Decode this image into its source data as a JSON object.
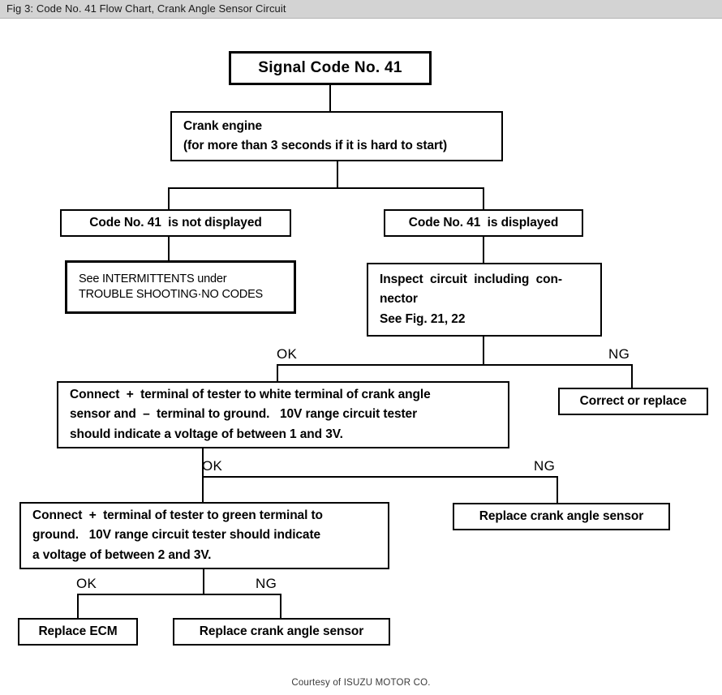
{
  "caption": "Fig 3: Code No. 41 Flow Chart, Crank Angle Sensor Circuit",
  "footer": "Courtesy of ISUZU MOTOR CO.",
  "colors": {
    "caption_bar": "#d3d3d3",
    "line": "#000000",
    "page": "#ffffff",
    "text": "#000000"
  },
  "chart_data": {
    "type": "flowchart",
    "title": "Code No. 41 Flow Chart, Crank Angle Sensor Circuit",
    "nodes": [
      {
        "id": "start",
        "label": "Signal Code No. 41",
        "lines": [
          "Signal Code No. 41"
        ],
        "shape": "rect"
      },
      {
        "id": "crank",
        "label": "Crank engine (for more than 3 seconds if it is hard to start)",
        "lines": [
          "Crank engine",
          "(for more than 3 seconds if it is hard to start)"
        ],
        "shape": "rect"
      },
      {
        "id": "not-displayed",
        "label": "Code No. 41 is not displayed",
        "lines": [
          "Code No. 41  is not displayed"
        ],
        "shape": "rect"
      },
      {
        "id": "displayed",
        "label": "Code No. 41 is displayed",
        "lines": [
          "Code No. 41  is displayed"
        ],
        "shape": "rect"
      },
      {
        "id": "intermittents",
        "label": "See INTERMITTENTS under TROUBLE SHOOTING-NO CODES",
        "lines": [
          "See INTERMITTENTS under",
          "TROUBLE SHOOTING·NO CODES"
        ],
        "shape": "rect"
      },
      {
        "id": "inspect",
        "label": "Inspect circuit including connector See Fig. 21, 22",
        "lines": [
          "Inspect  circuit  including  con-",
          "nector",
          "See Fig. 21, 22"
        ],
        "shape": "rect"
      },
      {
        "id": "correct-replace",
        "label": "Correct or replace",
        "lines": [
          "Correct or replace"
        ],
        "shape": "rect"
      },
      {
        "id": "test-white",
        "label": "Connect + terminal of tester to white terminal of crank angle sensor and – terminal to ground. 10V range circuit tester should indicate a voltage of between 1 and 3V.",
        "lines": [
          "Connect  +  terminal of tester to white terminal of crank angle",
          "sensor and  –  terminal to ground.   10V range circuit tester",
          "should indicate a voltage of between 1 and 3V."
        ],
        "shape": "rect"
      },
      {
        "id": "replace-sensor-1",
        "label": "Replace crank angle sensor",
        "lines": [
          "Replace crank angle sensor"
        ],
        "shape": "rect"
      },
      {
        "id": "test-green",
        "label": "Connect + terminal of tester to green terminal to ground. 10V range circuit tester should indicate a voltage of between 2 and 3V.",
        "lines": [
          "Connect  +  terminal of tester to green terminal to",
          "ground.   10V range circuit tester should indicate",
          "a voltage of between 2 and 3V."
        ],
        "shape": "rect"
      },
      {
        "id": "replace-ecm",
        "label": "Replace ECM",
        "lines": [
          "Replace ECM"
        ],
        "shape": "rect"
      },
      {
        "id": "replace-sensor-2",
        "label": "Replace crank angle sensor",
        "lines": [
          "Replace crank angle sensor"
        ],
        "shape": "rect"
      }
    ],
    "edges": [
      {
        "from": "start",
        "to": "crank",
        "label": ""
      },
      {
        "from": "crank",
        "to": "not-displayed",
        "label": ""
      },
      {
        "from": "crank",
        "to": "displayed",
        "label": ""
      },
      {
        "from": "not-displayed",
        "to": "intermittents",
        "label": ""
      },
      {
        "from": "displayed",
        "to": "inspect",
        "label": ""
      },
      {
        "from": "inspect",
        "to": "test-white",
        "label": "OK"
      },
      {
        "from": "inspect",
        "to": "correct-replace",
        "label": "NG"
      },
      {
        "from": "test-white",
        "to": "test-green",
        "label": "OK"
      },
      {
        "from": "test-white",
        "to": "replace-sensor-1",
        "label": "NG"
      },
      {
        "from": "test-green",
        "to": "replace-ecm",
        "label": "OK"
      },
      {
        "from": "test-green",
        "to": "replace-sensor-2",
        "label": "NG"
      }
    ],
    "branch_labels": [
      {
        "id": "ok-1",
        "text": "OK"
      },
      {
        "id": "ng-1",
        "text": "NG"
      },
      {
        "id": "ok-2",
        "text": "OK"
      },
      {
        "id": "ng-2",
        "text": "NG"
      },
      {
        "id": "ok-3",
        "text": "OK"
      },
      {
        "id": "ng-3",
        "text": "NG"
      }
    ]
  }
}
